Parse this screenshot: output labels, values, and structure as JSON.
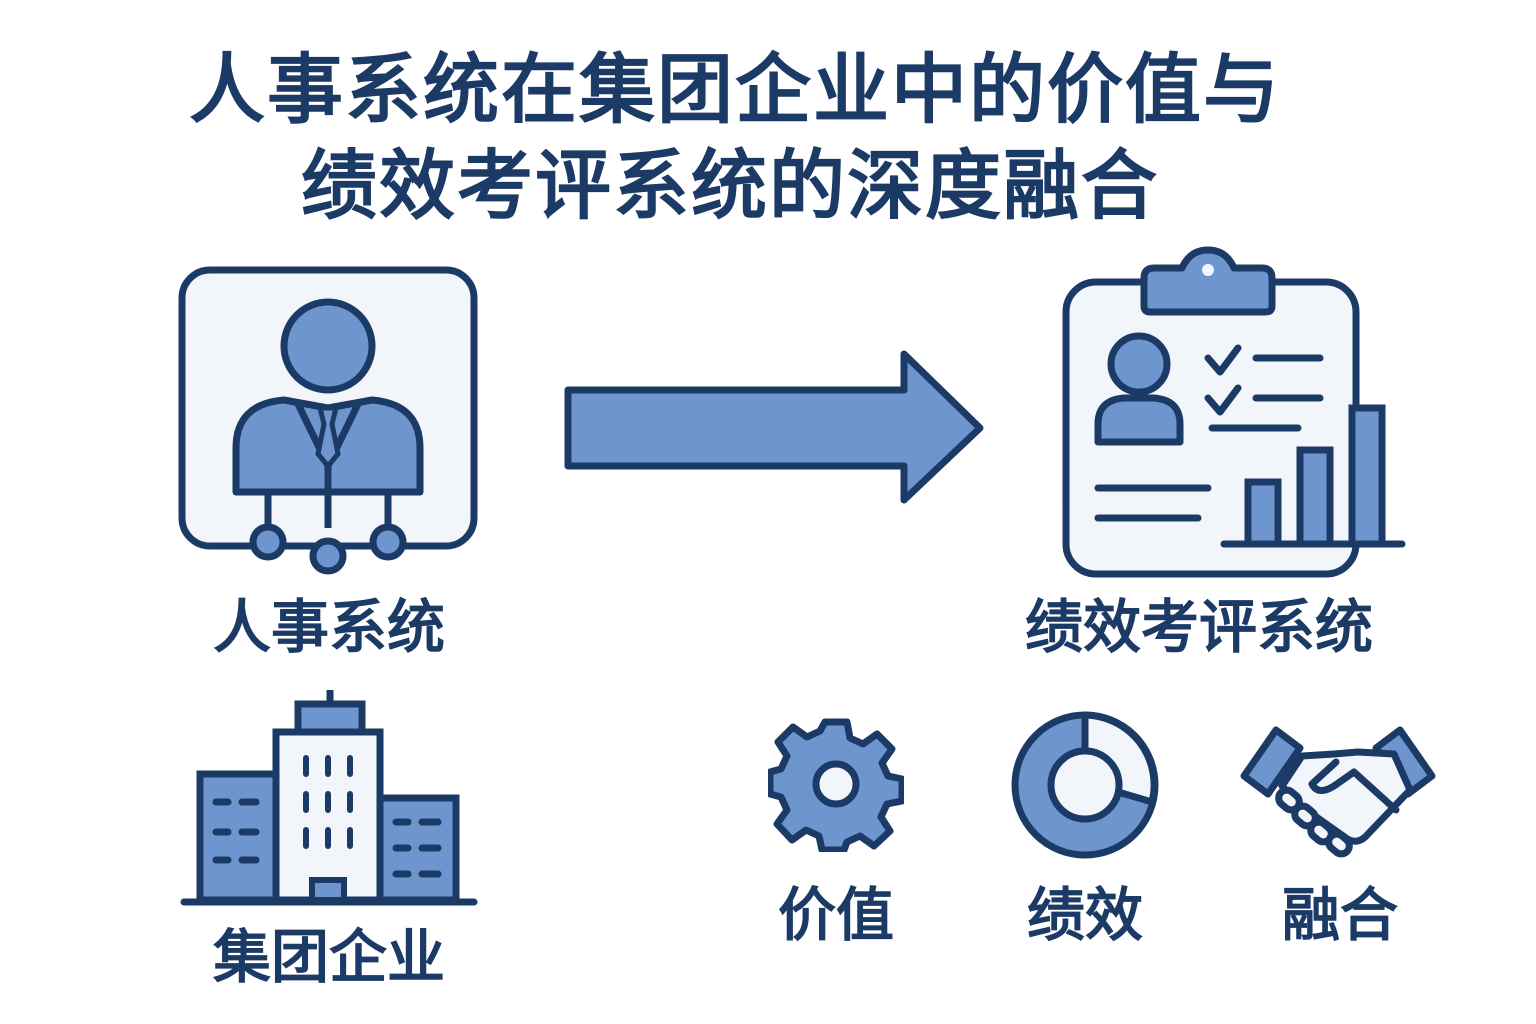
{
  "title": {
    "line1": "人事系统在集团企业中的价值与",
    "line2": "绩效考评系统的深度融合"
  },
  "nodes": {
    "hr_system": {
      "label": "人事系统",
      "icon": "hr-person-network-icon"
    },
    "performance_system": {
      "label": "绩效考评系统",
      "icon": "clipboard-chart-icon"
    },
    "group_enterprise": {
      "label": "集团企业",
      "icon": "office-buildings-icon"
    }
  },
  "flow": {
    "icon": "arrow-right-icon"
  },
  "keywords": [
    {
      "label": "价值",
      "icon": "gear-icon"
    },
    {
      "label": "绩效",
      "icon": "donut-chart-icon"
    },
    {
      "label": "融合",
      "icon": "handshake-icon"
    }
  ],
  "colors": {
    "primary_dark": "#1c3a66",
    "fill_blue": "#6f95cf",
    "light_bg": "#f2f5fa"
  }
}
